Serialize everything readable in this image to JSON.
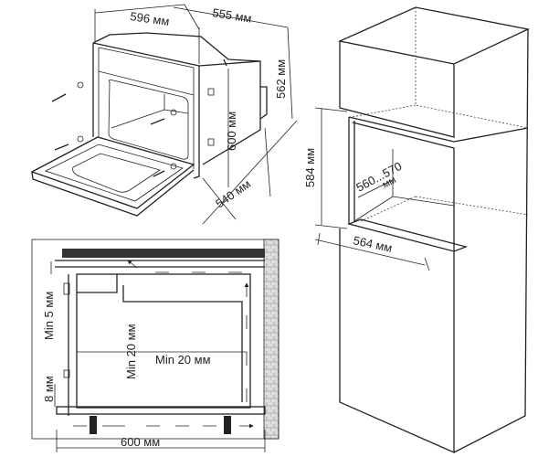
{
  "oven_view": {
    "width_label": "596 мм",
    "depth_label": "555 мм",
    "height_label": "562 мм",
    "front_height_label": "600 мм",
    "body_depth_label": "540 мм"
  },
  "cabinet_view": {
    "niche_height_label": "584 мм",
    "niche_depth_value": "560...570",
    "niche_depth_unit": "мм",
    "niche_width_label": "564 мм"
  },
  "section_view": {
    "top_gap_label": "Min 5 мм",
    "rear_gap_label": "Min 20 мм",
    "side_gap_label": "Min 20 мм",
    "bottom_gap_label": "8 мм",
    "width_label": "600 мм"
  }
}
